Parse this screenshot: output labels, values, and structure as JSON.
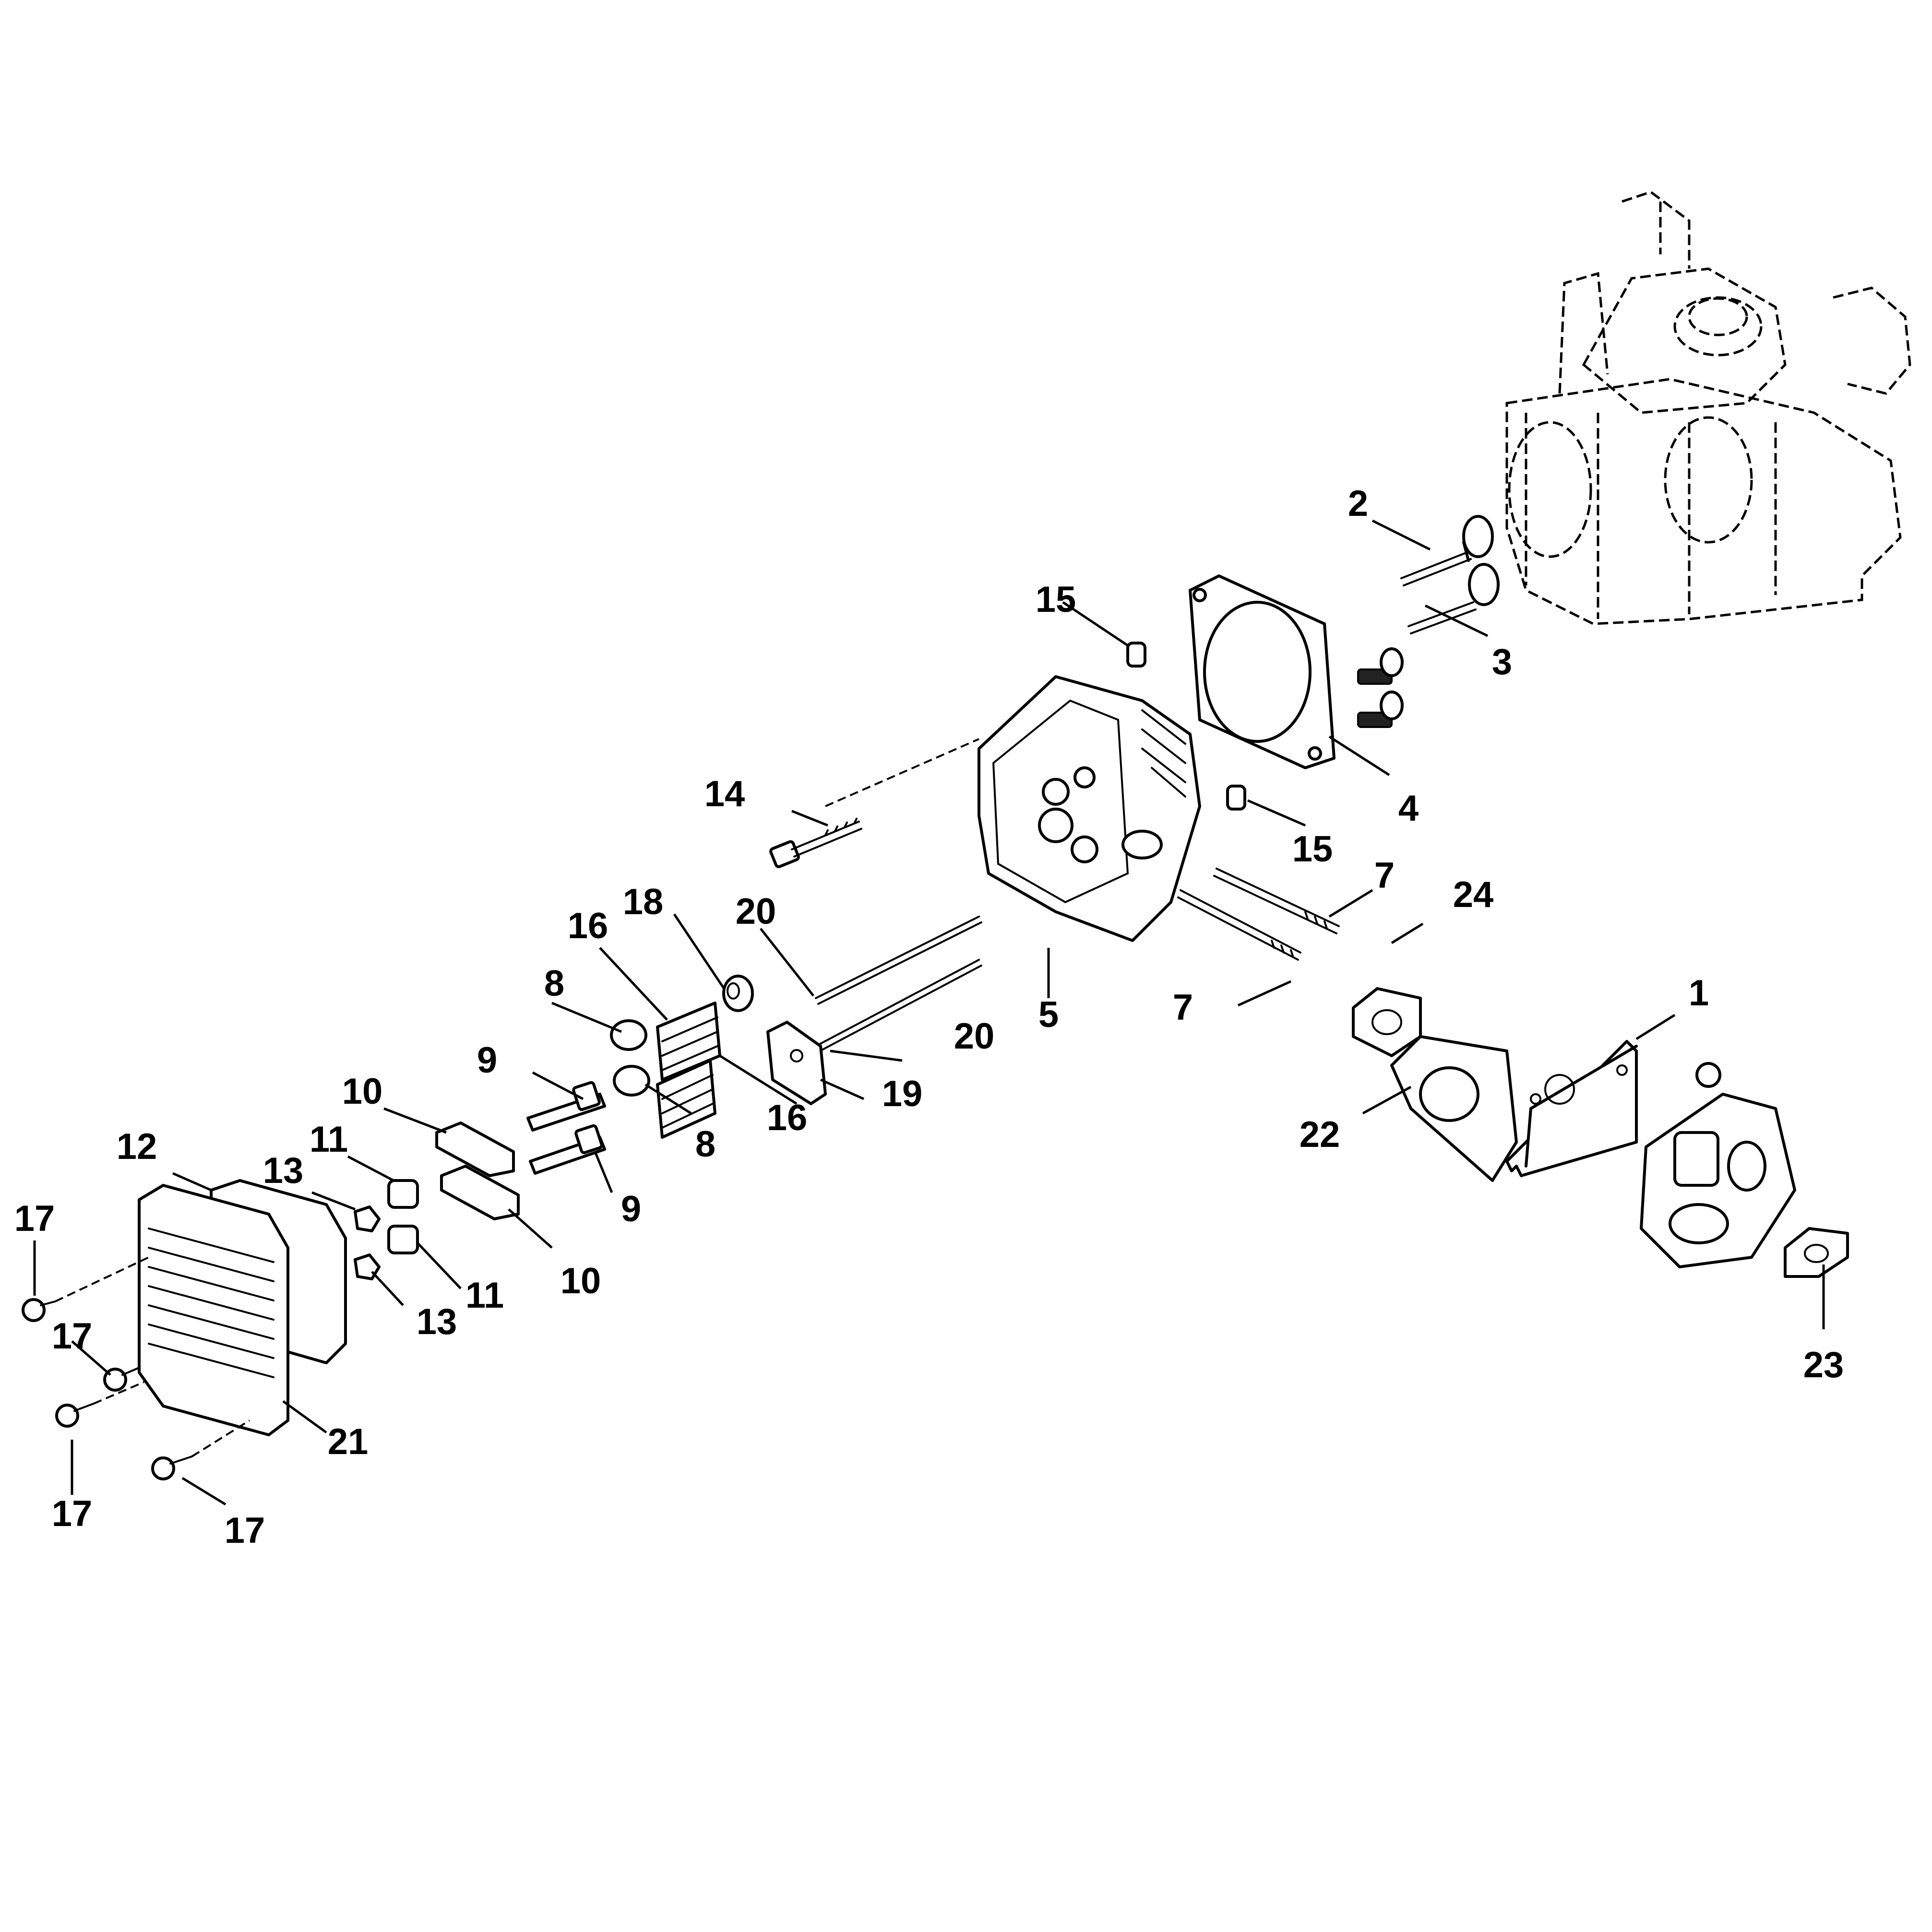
{
  "callouts": {
    "c1": "1",
    "c2": "2",
    "c3": "3",
    "c4": "4",
    "c5": "5",
    "c7a": "7",
    "c7b": "7",
    "c8a": "8",
    "c8b": "8",
    "c9a": "9",
    "c9b": "9",
    "c10a": "10",
    "c10b": "10",
    "c11a": "11",
    "c11b": "11",
    "c12": "12",
    "c13a": "13",
    "c13b": "13",
    "c14": "14",
    "c15a": "15",
    "c15b": "15",
    "c16a": "16",
    "c16b": "16",
    "c17a": "17",
    "c17b": "17",
    "c17c": "17",
    "c17d": "17",
    "c18": "18",
    "c19": "19",
    "c20a": "20",
    "c20b": "20",
    "c21": "21",
    "c22": "22",
    "c23": "23",
    "c24": "24"
  }
}
